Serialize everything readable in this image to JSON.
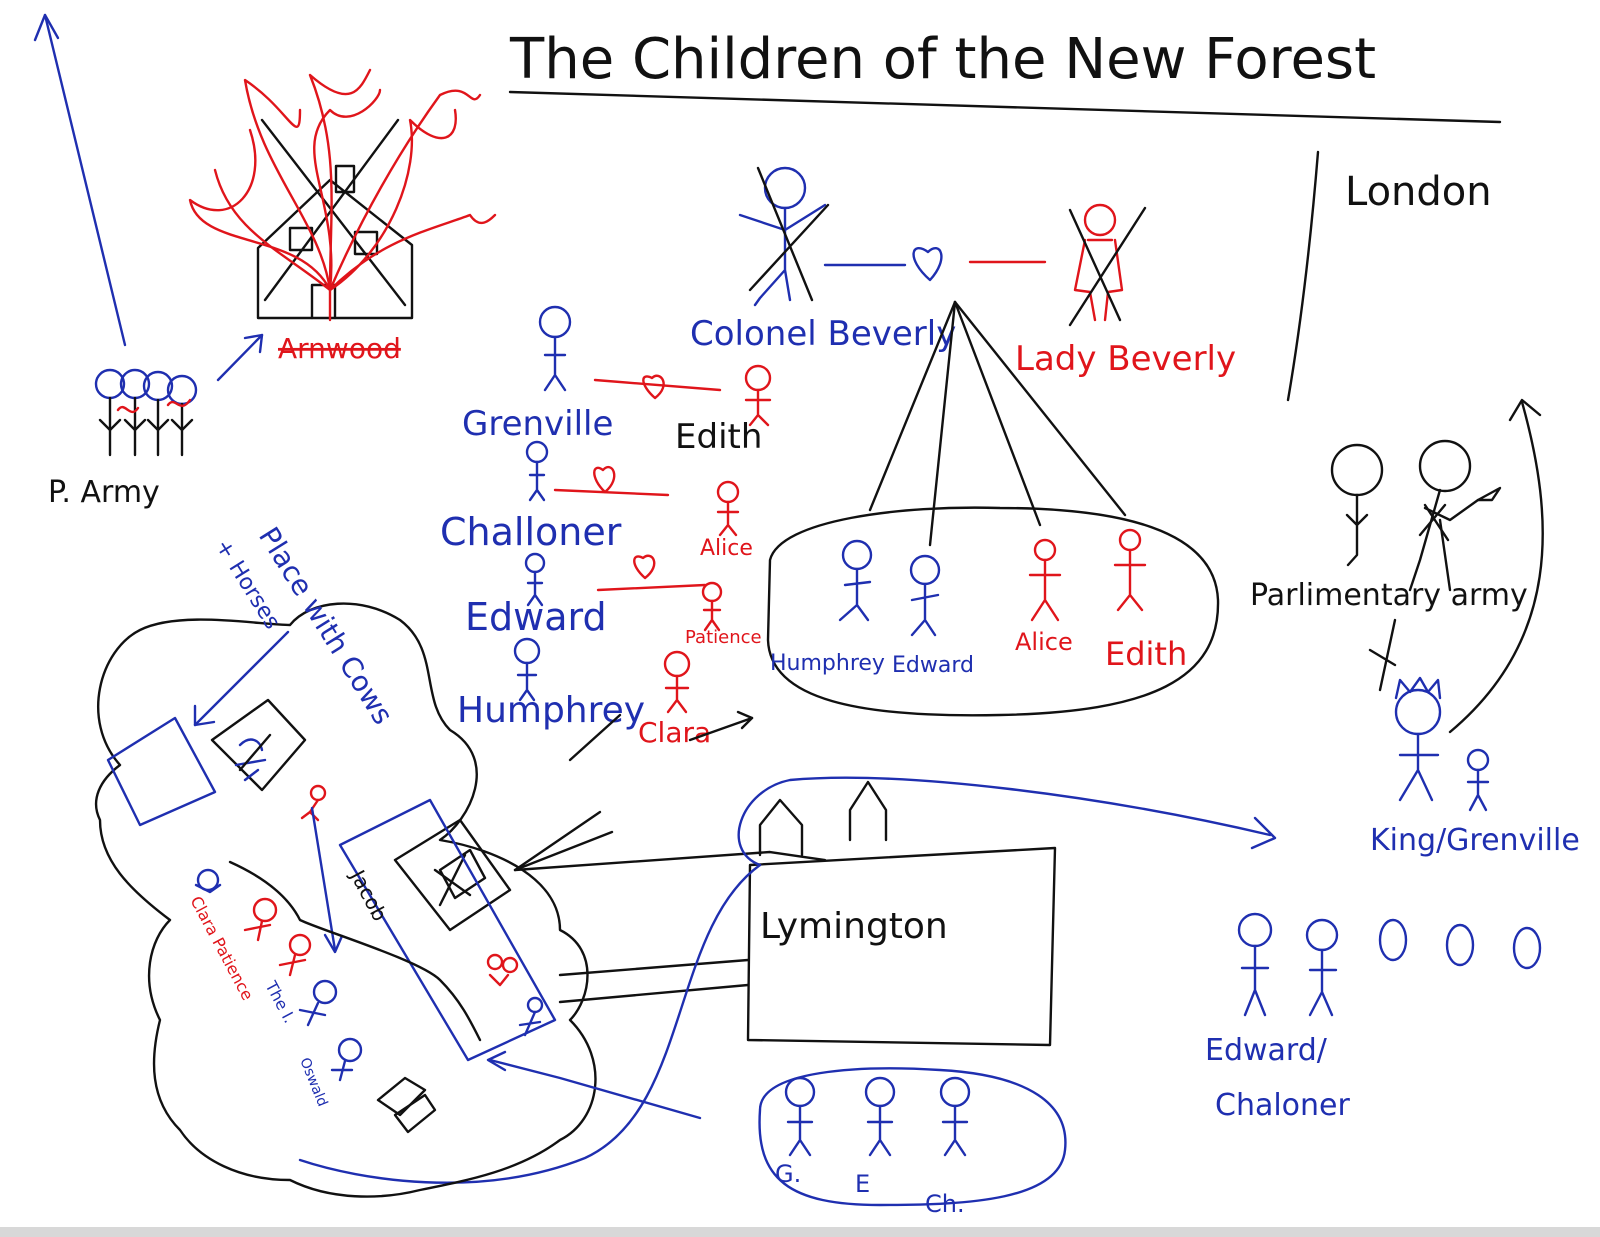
{
  "title": "The Children of the New Forest",
  "colors": {
    "ink_black": "#111111",
    "ink_blue": "#1f2fb0",
    "ink_red": "#e0151b"
  },
  "labels": {
    "london": "London",
    "arnwood": "Arnwood",
    "p_army": "P. Army",
    "colonel": "Colonel Beverly",
    "lady": "Lady Beverly",
    "grenville": "Grenville",
    "edith_left": "Edith",
    "challoner": "Challoner",
    "alice_left": "Alice",
    "edward_left": "Edward",
    "patience": "Patience",
    "humphrey_left": "Humphrey",
    "clara": "Clara",
    "humphrey_child": "Humphrey",
    "edward_child": "Edward",
    "alice_child": "Alice",
    "edith_child": "Edith",
    "parliamentary_army": "Parlimentary army",
    "king_grenville": "King/Grenville",
    "edward_slash": "Edward/",
    "chaloner": "Chaloner",
    "lymington": "Lymington",
    "place_cows": "Place with Cows",
    "horses": "+ Horses",
    "jacob": "Jacob",
    "clara_patience": "Clara Patience",
    "the_i": "The I.",
    "oswald": "Oswald",
    "g": "G.",
    "e": "E",
    "ch": "Ch."
  }
}
